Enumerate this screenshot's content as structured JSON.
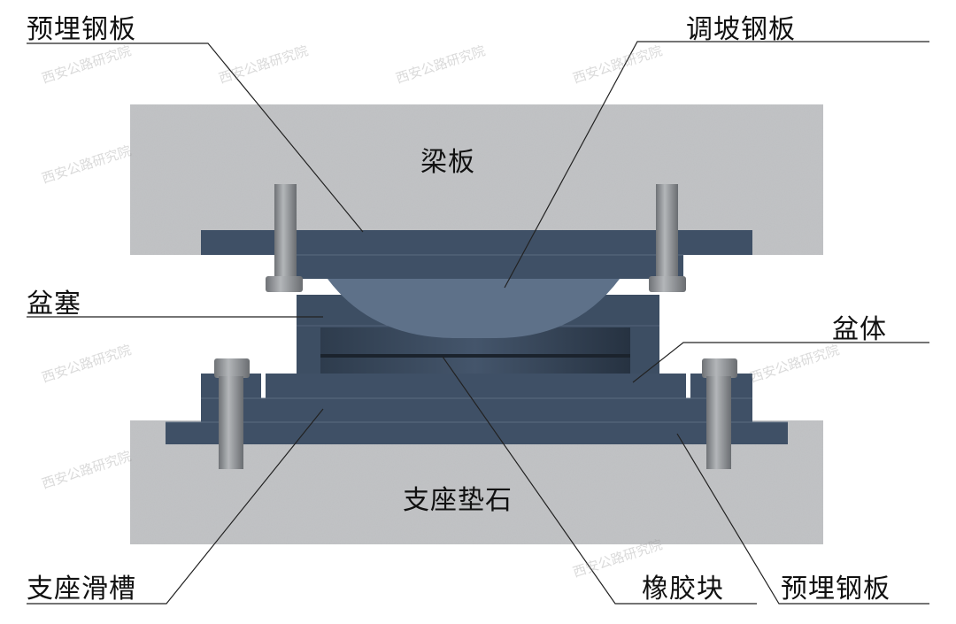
{
  "labels": {
    "embedded_plate_top": "预埋钢板",
    "slope_plate": "调坡钢板",
    "beam": "梁板",
    "pot_plug": "盆塞",
    "pot_body": "盆体",
    "pedestal": "支座垫石",
    "slide_groove": "支座滑槽",
    "rubber_block": "橡胶块",
    "embedded_plate_bottom": "预埋钢板"
  },
  "watermark": "西安公路研究院",
  "colors": {
    "concrete": "#bdbfc1",
    "steel": "#3f5066",
    "dome": "#5e7189",
    "bolt": "#8c8f93"
  }
}
